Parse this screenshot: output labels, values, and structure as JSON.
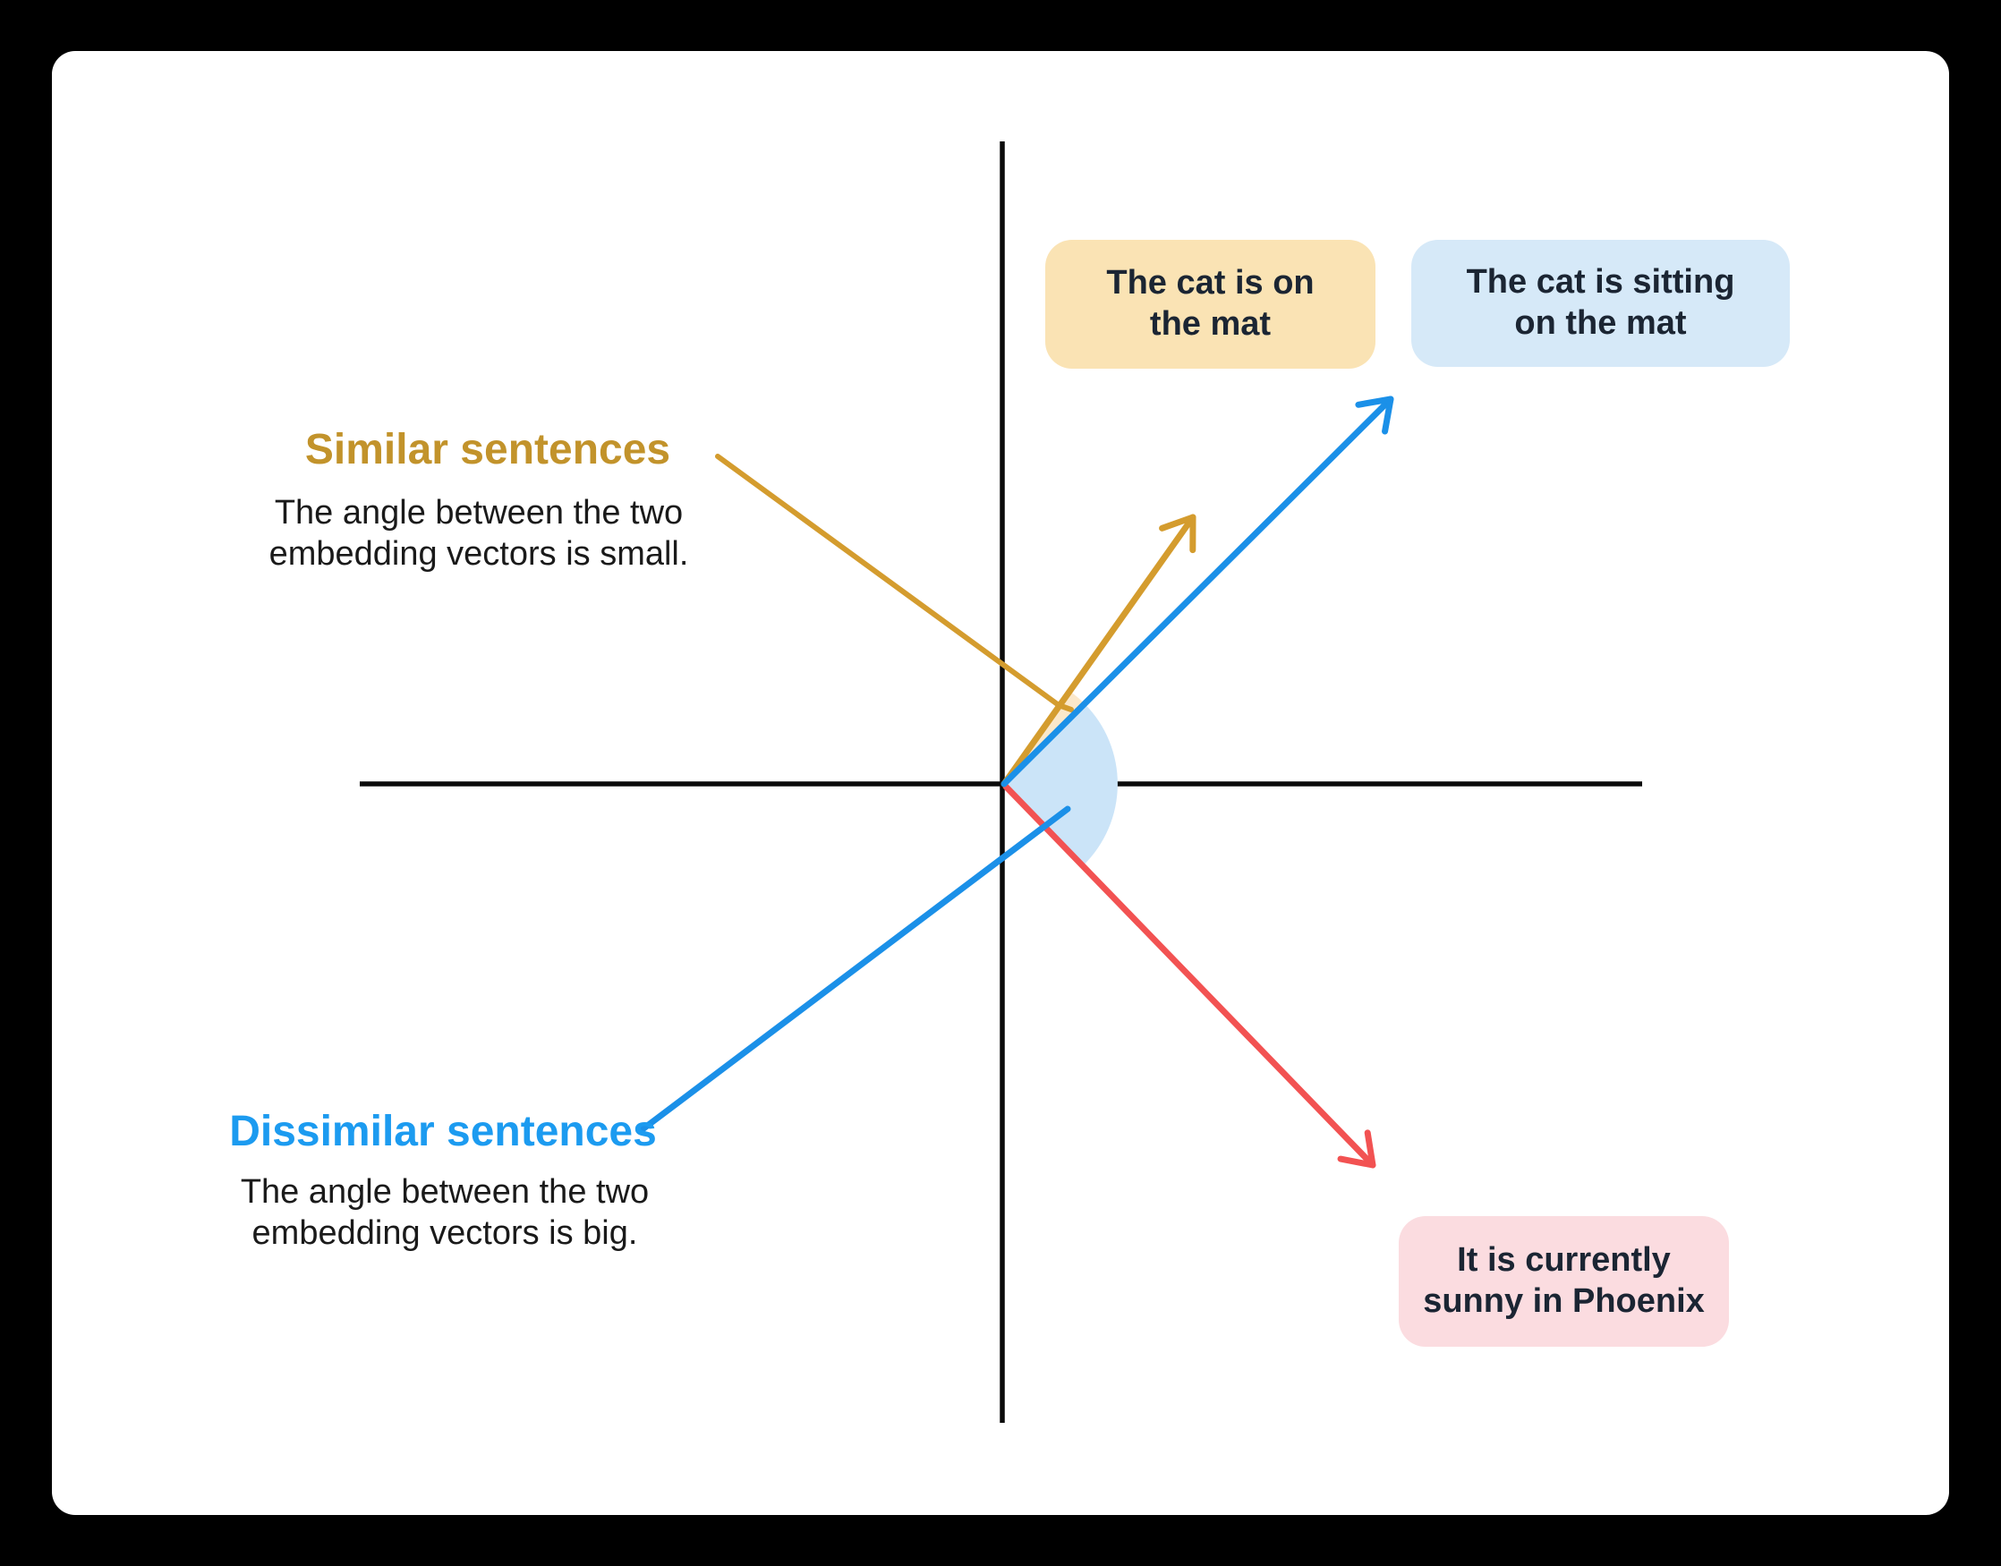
{
  "canvas": {
    "background": "#000000",
    "card_background": "#FFFFFF"
  },
  "colors": {
    "axis": "#0B0B0B",
    "vector_amber": "#D49C2E",
    "vector_blue": "#1B90E8",
    "vector_red": "#F25252",
    "wedge_small_angle": "#FBE8CA",
    "wedge_big_angle": "#CBE4F8",
    "heading_similar": "#C2932B",
    "heading_dissimilar": "#1C9BF0",
    "box_orange_fill": "#FAE3B4",
    "box_blue_fill": "#D6E9F8",
    "box_pink_fill": "#FBDCE0",
    "box_text": "#1B2533",
    "body_text": "#1A1A1A"
  },
  "sentence_boxes": {
    "similar_a": {
      "text": "The cat is on\nthe mat"
    },
    "similar_b": {
      "text": "The cat is sitting\non the mat"
    },
    "dissimilar": {
      "text": "It is currently\nsunny in Phoenix"
    }
  },
  "annotations": {
    "similar": {
      "heading": "Similar sentences",
      "body": "The angle between the two\nembedding vectors is small."
    },
    "dissimilar": {
      "heading": "Dissimilar sentences",
      "body": "The angle between the two\nembedding vectors is big."
    }
  }
}
